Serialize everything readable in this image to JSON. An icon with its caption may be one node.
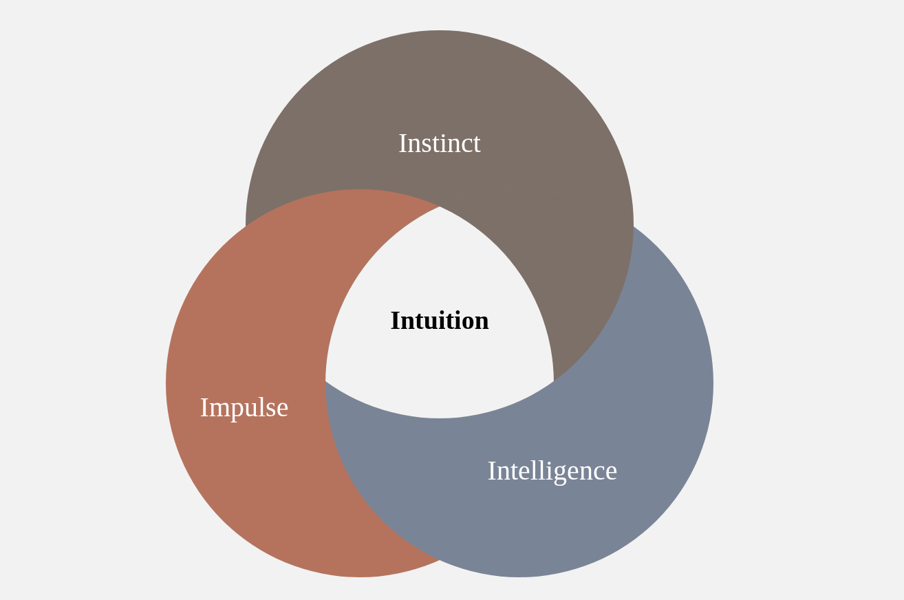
{
  "diagram": {
    "nodes": [
      {
        "text": [
          "Instinct"
        ]
      },
      {
        "text": [
          "Impulse"
        ]
      },
      {
        "text": [
          "Intelligence"
        ]
      },
      {
        "text": [
          "Intuition"
        ]
      }
    ]
  }
}
